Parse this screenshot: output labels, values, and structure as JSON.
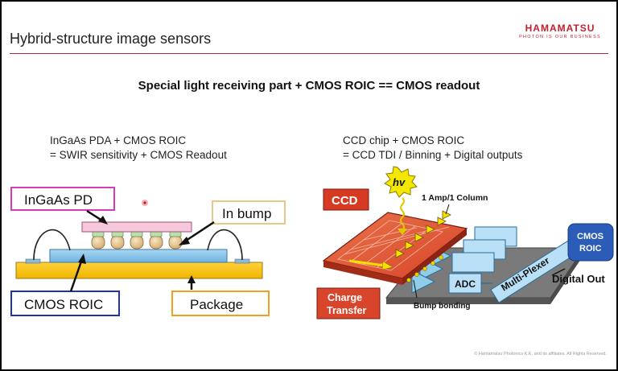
{
  "slide": {
    "title": "Hybrid-structure image sensors",
    "logo": {
      "name": "HAMAMATSU",
      "tagline": "PHOTON IS OUR BUSINESS"
    },
    "headline": "Special light receiving part + CMOS ROIC == CMOS readout",
    "footer": "© Hamamatsu Photonics K.K. and its affiliates. All Rights Reserved."
  },
  "left": {
    "caption_line1": "InGaAs PDA + CMOS ROIC",
    "caption_line2": "= SWIR sensitivity + CMOS Readout",
    "labels": {
      "pd": "InGaAs PD",
      "bump": "In bump",
      "roic": "CMOS ROIC",
      "package": "Package"
    }
  },
  "right": {
    "caption_line1": "CCD chip + CMOS ROIC",
    "caption_line2": "= CCD TDI / Binning + Digital outputs",
    "labels": {
      "ccd": "CCD",
      "hv": "hv",
      "amp": "1 Amp/1 Column",
      "cmos_roic_1": "CMOS",
      "cmos_roic_2": "ROIC",
      "multiplexer": "Multi-Plexer",
      "adc": "ADC",
      "digital_out": "Digital Out",
      "charge_transfer_1": "Charge",
      "charge_transfer_2": "Transfer",
      "bump_bonding": "Bump bonding"
    }
  },
  "colors": {
    "accent": "#c41e2a",
    "pd_border": "#d63ab8",
    "roic_border": "#2233aa",
    "package_border": "#f0a020",
    "bump_border": "#e8c88a",
    "roic_box": "#2a5cb8"
  }
}
